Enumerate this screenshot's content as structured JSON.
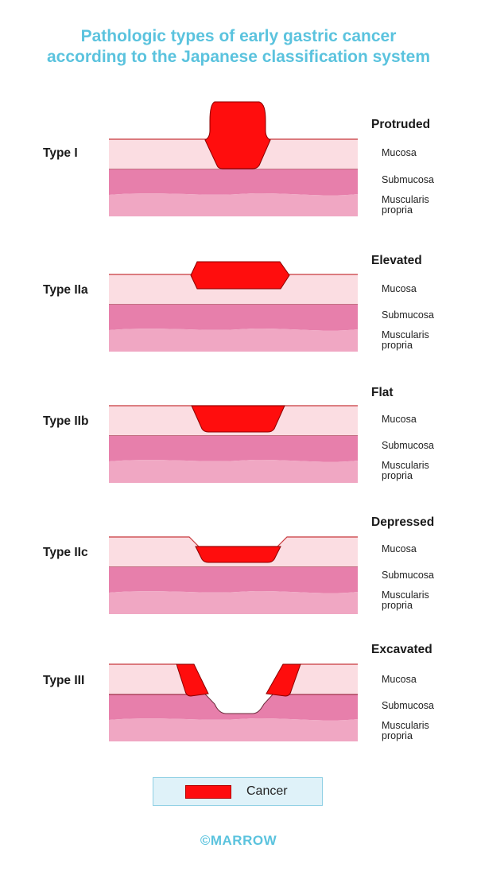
{
  "title": {
    "line1": "Pathologic types of early gastric cancer",
    "line2": "according to the Japanese classification system"
  },
  "layers": {
    "mucosa": "Mucosa",
    "submucosa": "Submucosa",
    "muscularis_line1": "Muscularis",
    "muscularis_line2": "propria"
  },
  "types": [
    {
      "type": "Type I",
      "morphology": "Protruded"
    },
    {
      "type": "Type IIa",
      "morphology": "Elevated"
    },
    {
      "type": "Type IIb",
      "morphology": "Flat"
    },
    {
      "type": "Type IIc",
      "morphology": "Depressed"
    },
    {
      "type": "Type III",
      "morphology": "Excavated"
    }
  ],
  "legend": {
    "label": "Cancer"
  },
  "logo": "©MARROW",
  "colors": {
    "title": "#5bc3de",
    "cancer": "#ff0d0d",
    "mucosa": "#fbdde2",
    "submucosa": "#e77fab",
    "muscularis": "#f0a7c3",
    "legend_bg": "#dff2f9"
  }
}
